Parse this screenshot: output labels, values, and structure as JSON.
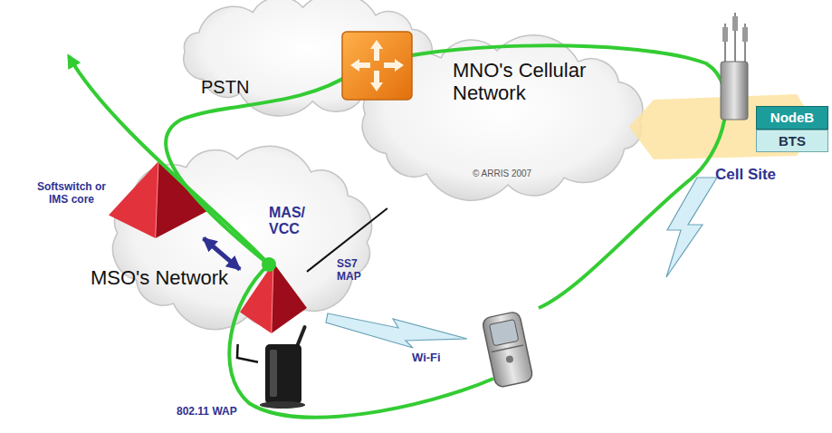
{
  "diagram": {
    "nodes": [
      {
        "text": [
          "PSTN"
        ]
      },
      {
        "text": [
          "MNO's Cellular Network"
        ]
      },
      {
        "text": [
          "MSO's Network"
        ]
      },
      {
        "text": [
          "Softswitch or IMS core"
        ]
      },
      {
        "text": [
          "MAS/VCC"
        ]
      },
      {
        "text": [
          "NodeB"
        ]
      },
      {
        "text": [
          "BTS"
        ]
      },
      {
        "text": [
          "802.11 WAP"
        ]
      }
    ],
    "edges": [
      {
        "from": 3,
        "to": 4,
        "arrow": "both"
      },
      {
        "from": 4,
        "to": 1,
        "label": "SS7 MAP",
        "arrow": "none"
      },
      {
        "from": 7,
        "to": 2,
        "arrow": "none"
      }
    ],
    "labels": [
      "Cell Site",
      "© ARRIS 2007",
      "Wi-Fi"
    ]
  }
}
